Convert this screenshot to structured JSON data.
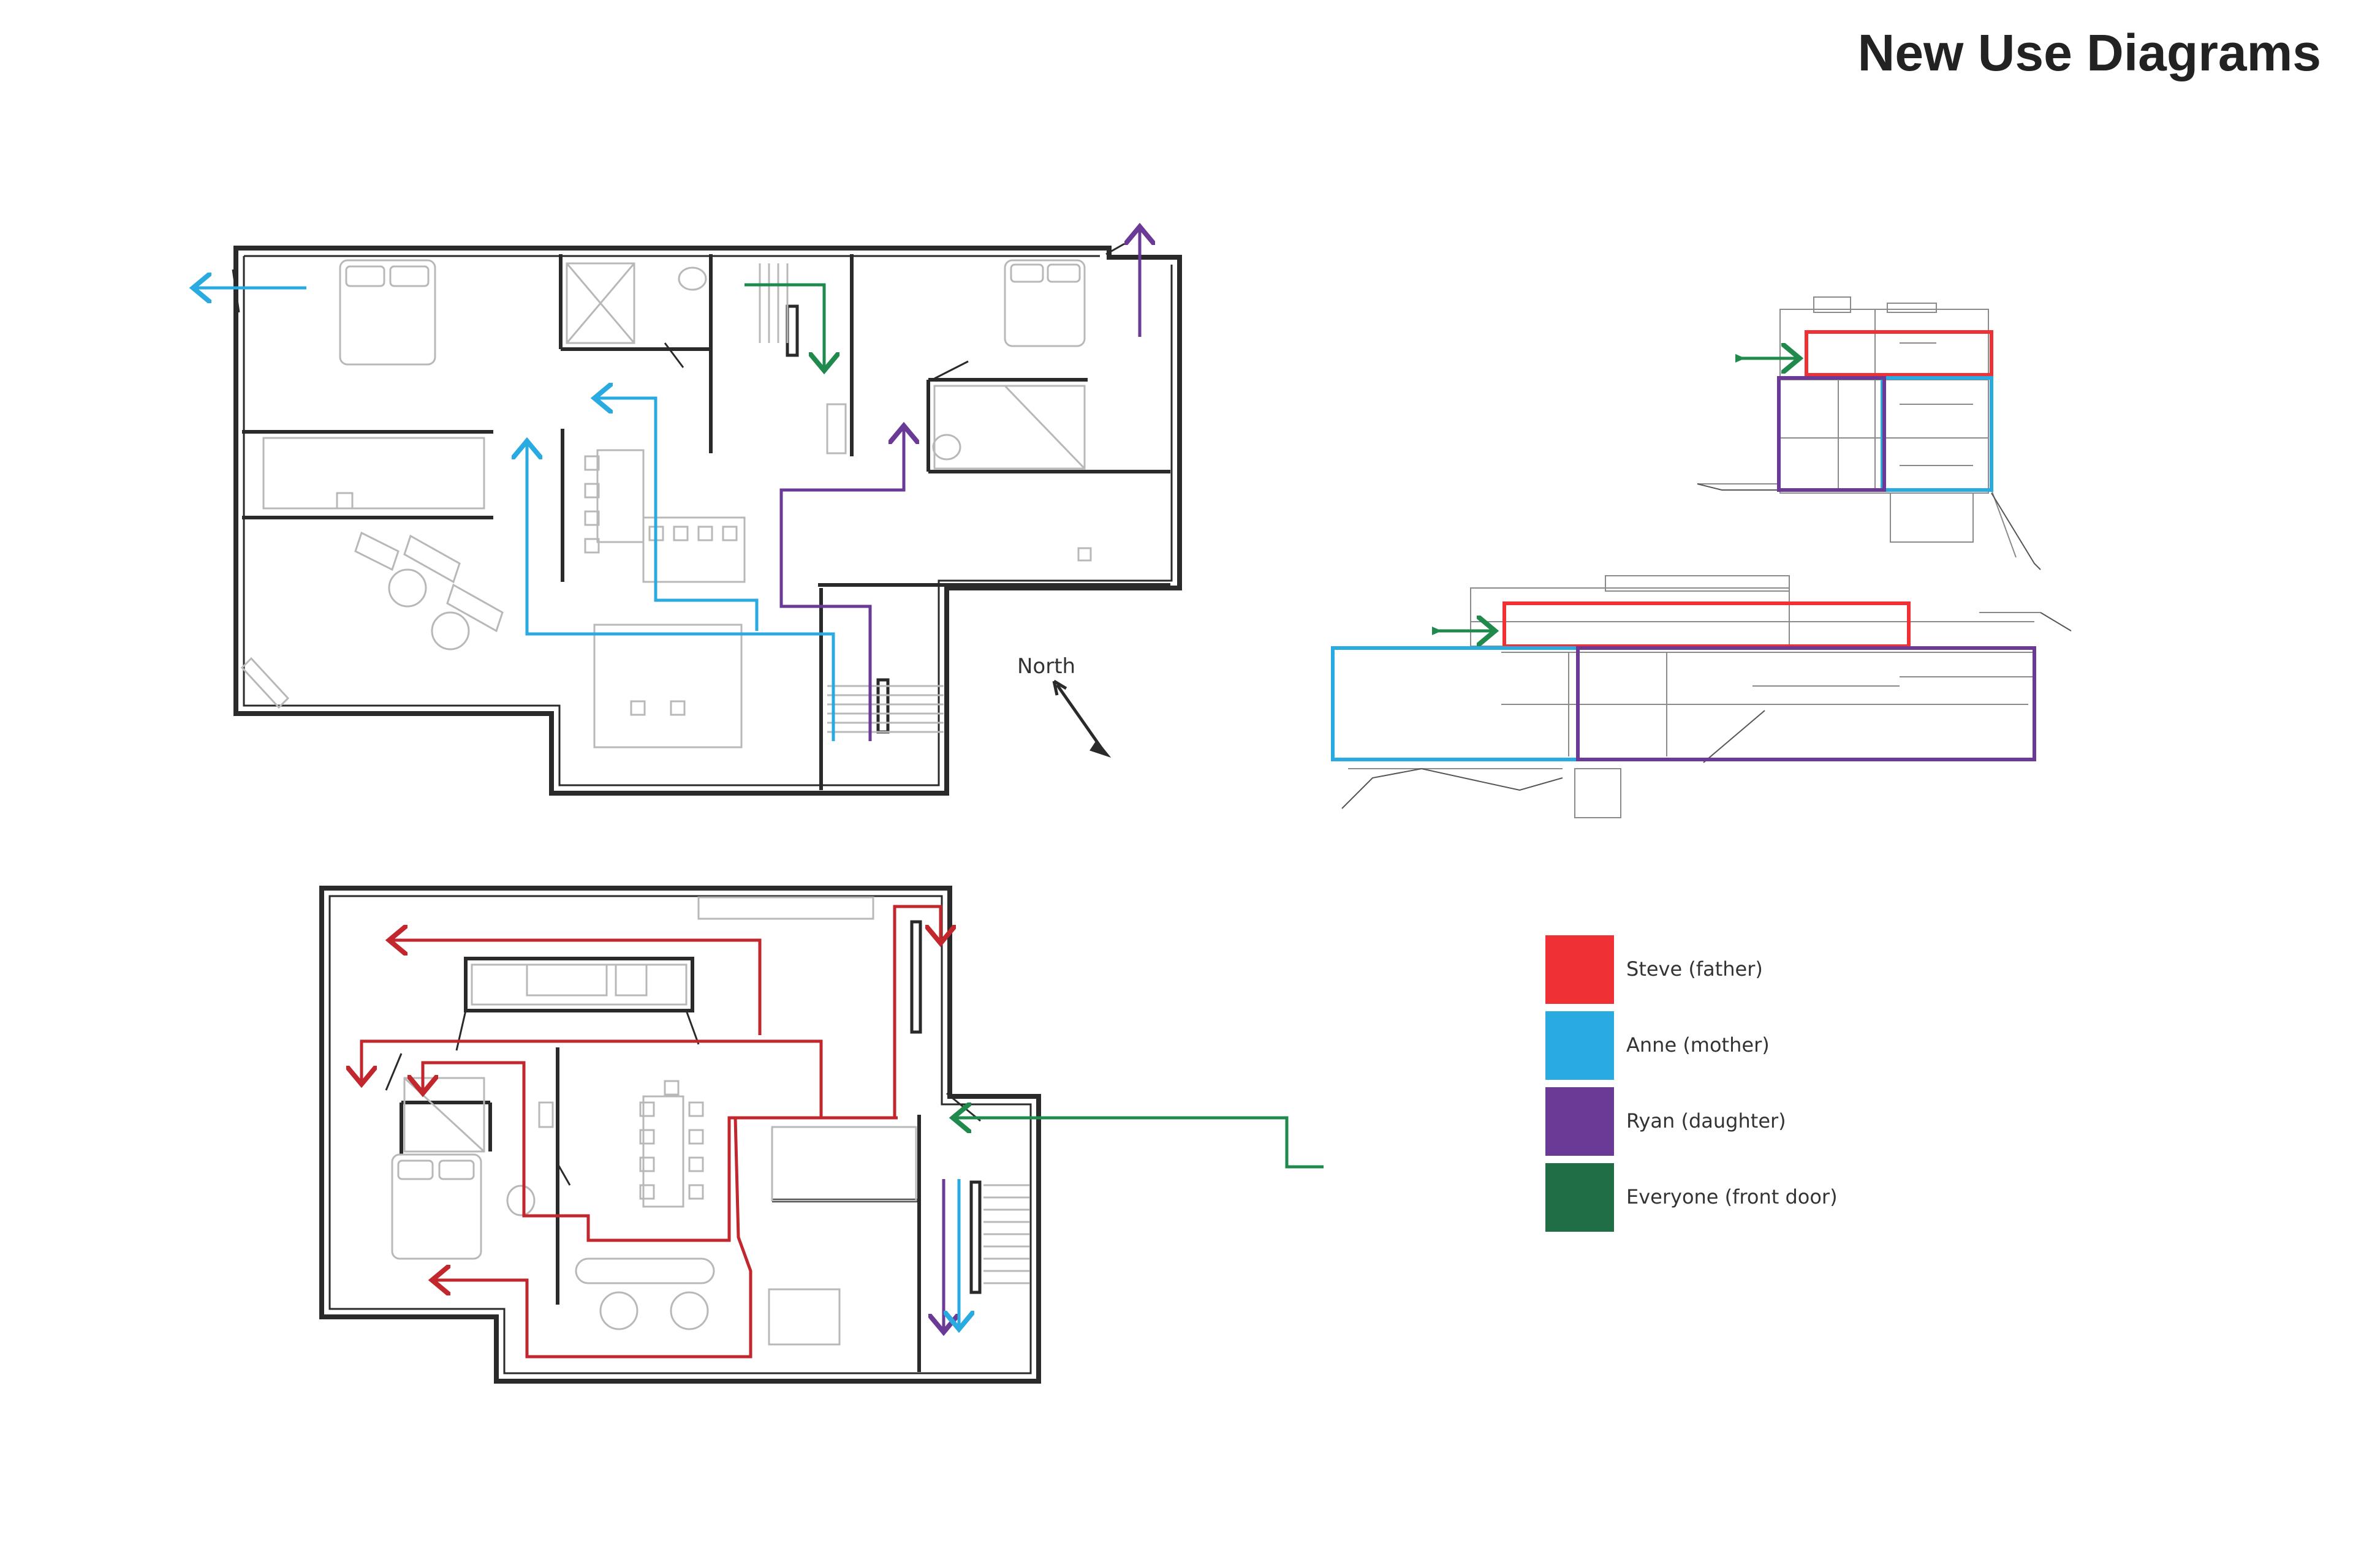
{
  "title": "New Use Diagrams",
  "north_label": "North",
  "legend": [
    {
      "label": "Steve (father)",
      "color": "#ef3034"
    },
    {
      "label": "Anne (mother)",
      "color": "#29abe2"
    },
    {
      "label": "Ryan (daughter)",
      "color": "#6b3a97"
    },
    {
      "label": "Everyone (front door)",
      "color": "#1f6e46"
    }
  ],
  "colors": {
    "wall": "#2a2a2a",
    "furniture": "#b8b8b8",
    "steve_path": "#c1272d",
    "anne_path": "#29abe2",
    "ryan_path": "#6b3a97",
    "everyone_path": "#1f8a4c"
  }
}
